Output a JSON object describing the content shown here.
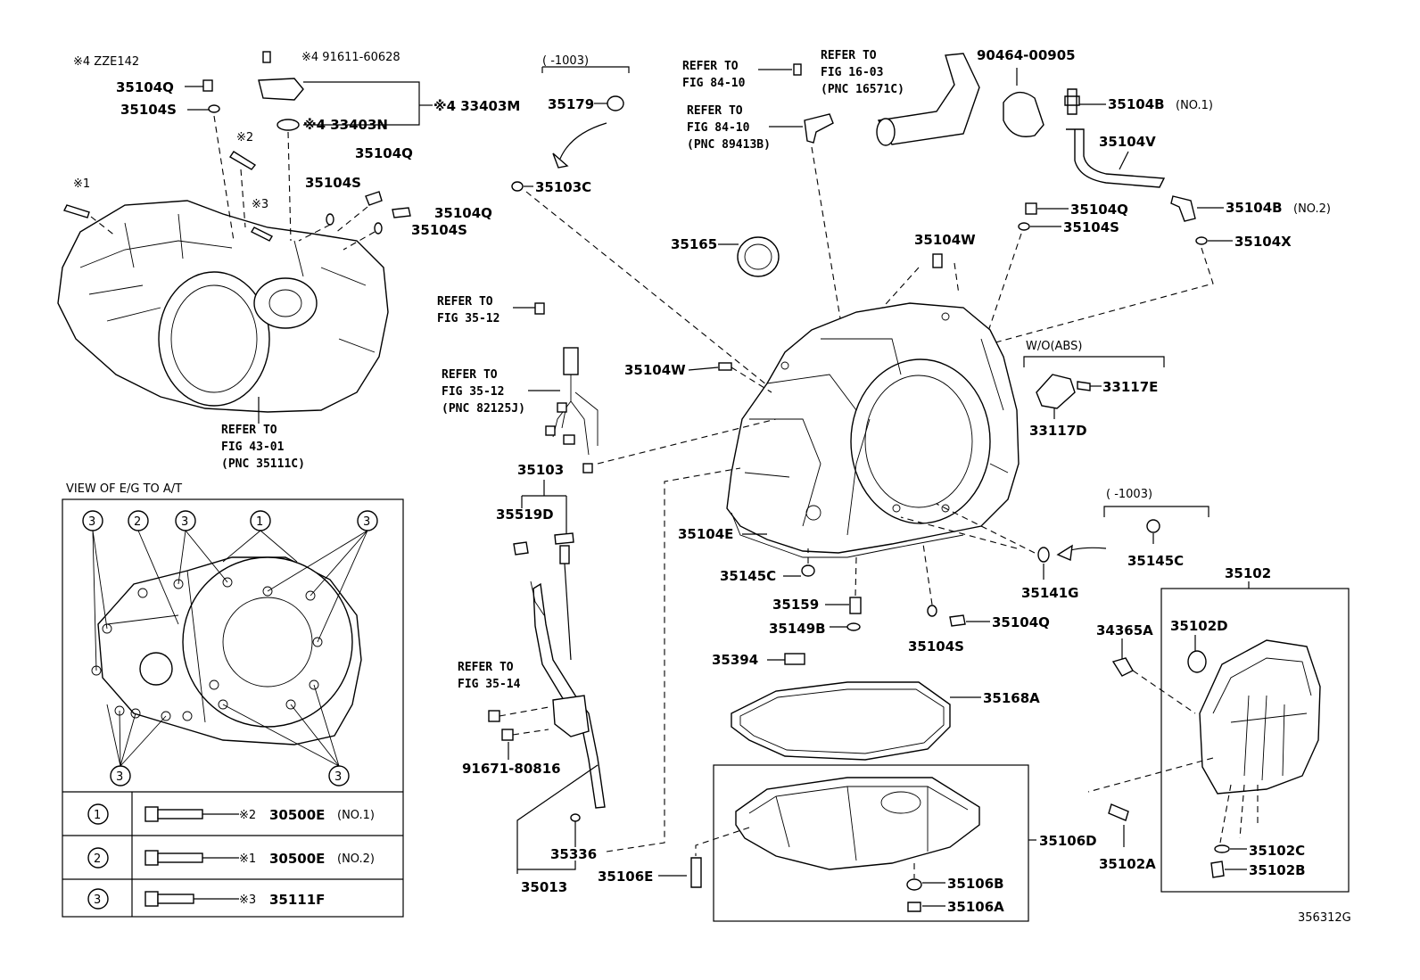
{
  "diagram_id": "356312G",
  "footnotes": {
    "zze142": "※4 ZZE142"
  },
  "date_ranges": {
    "top": "( -1003)",
    "right": "( -1003)"
  },
  "refs": {
    "fig_43_01": [
      "REFER TO",
      "FIG 43-01",
      "(PNC 35111C)"
    ],
    "fig_84_10_a": [
      "REFER TO",
      "FIG 84-10"
    ],
    "fig_84_10_b": [
      "REFER TO",
      "FIG 84-10",
      "(PNC 89413B)"
    ],
    "fig_16_03": [
      "REFER TO",
      "FIG 16-03",
      "(PNC 16571C)"
    ],
    "fig_35_12_a": [
      "REFER TO",
      "FIG 35-12"
    ],
    "fig_35_12_b": [
      "REFER TO",
      "FIG 35-12",
      "(PNC 82125J)"
    ],
    "fig_35_14": [
      "REFER TO",
      "FIG 35-14"
    ]
  },
  "labels": {
    "p35104Q_a": "35104Q",
    "p35104S_a": "35104S",
    "p91611": "※4 91611-60628",
    "p33403M": "※4 33403M",
    "p33403N": "※4 33403N",
    "x2": "※2",
    "x1": "※1",
    "x3": "※3",
    "p35104Q_b": "35104Q",
    "p35104S_b": "35104S",
    "p35104Q_c": "35104Q",
    "p35104S_c": "35104S",
    "p35179": "35179",
    "p35103C": "35103C",
    "p90464": "90464-00905",
    "p35104B1": "35104B",
    "p35104B1_n": "(NO.1)",
    "p35104V": "35104V",
    "p35104B2": "35104B",
    "p35104B2_n": "(NO.2)",
    "p35104Q_d": "35104Q",
    "p35104S_d": "35104S",
    "p35104X": "35104X",
    "p35165": "35165",
    "p35104W_a": "35104W",
    "p35104W_b": "35104W",
    "wo_abs": "W/O(ABS)",
    "p33117E": "33117E",
    "p33117D": "33117D",
    "p35103": "35103",
    "p35519D": "35519D",
    "p35104E": "35104E",
    "p35145C_a": "35145C",
    "p35145C_b": "35145C",
    "p35141G": "35141G",
    "p35159": "35159",
    "p35149B": "35149B",
    "p35104S_e": "35104S",
    "p35104Q_e": "35104Q",
    "p35102": "35102",
    "p34365A": "34365A",
    "p35102D": "35102D",
    "p35394": "35394",
    "p35168A": "35168A",
    "p91671": "91671-80816",
    "p35336": "35336",
    "p35013": "35013",
    "p35106E": "35106E",
    "p35106D": "35106D",
    "p35106B": "35106B",
    "p35106A": "35106A",
    "p35102A": "35102A",
    "p35102C": "35102C",
    "p35102B": "35102B"
  },
  "view": {
    "title": "VIEW OF E/G TO A/T",
    "legend": [
      {
        "num": "1",
        "mark": "※2",
        "part": "30500E",
        "note": "(NO.1)"
      },
      {
        "num": "2",
        "mark": "※1",
        "part": "30500E",
        "note": "(NO.2)"
      },
      {
        "num": "3",
        "mark": "※3",
        "part": "35111F",
        "note": ""
      }
    ],
    "callouts": [
      "3",
      "2",
      "3",
      "1",
      "3",
      "3",
      "3"
    ]
  }
}
